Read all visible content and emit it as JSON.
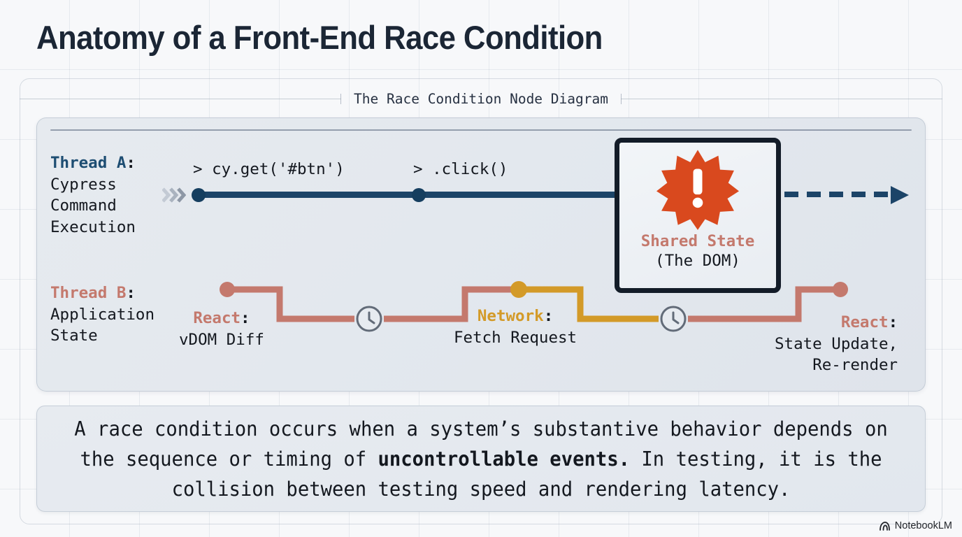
{
  "page": {
    "title": "Anatomy of a Front-End Race Condition",
    "background_color": "#f7f8fa",
    "title_color": "#1b2635"
  },
  "section": {
    "heading": "The Race Condition Node Diagram"
  },
  "colors": {
    "thread_a": "#1c4468",
    "thread_b": "#c4796d",
    "network": "#d39a28",
    "alert": "#d9491e",
    "box_border": "#131c28",
    "panel_bg": "#e3e8ee"
  },
  "diagram": {
    "thread_a": {
      "lead": "Thread A",
      "colon": ":",
      "body": "Cypress\nCommand\nExecution",
      "body_lines": [
        "Cypress",
        "Command",
        "Execution"
      ],
      "events": [
        {
          "label": "> cy.get('#btn')",
          "node": "filled-dot"
        },
        {
          "label": "> .click()",
          "node": "filled-dot"
        }
      ],
      "continuation": "dashed-arrow"
    },
    "thread_b": {
      "lead": "Thread B",
      "colon": ":",
      "body_lines": [
        "Application",
        "State"
      ],
      "events": [
        {
          "lead": "React",
          "colon": ":",
          "body_lines": [
            "vDOM Diff"
          ],
          "color": "#c4796d"
        },
        {
          "lead": "Network",
          "colon": ":",
          "body_lines": [
            "Fetch Request"
          ],
          "color": "#d39a28"
        },
        {
          "lead": "React",
          "colon": ":",
          "body_lines": [
            "State Update,",
            "Re-render"
          ],
          "color": "#c4796d"
        }
      ],
      "delays": [
        {
          "icon": "clock-icon"
        },
        {
          "icon": "clock-icon"
        }
      ]
    },
    "shared_state": {
      "icon": "alert-starburst-icon",
      "title": "Shared State",
      "subtitle": "(The DOM)"
    }
  },
  "quote": {
    "part1": "A race condition occurs when a system’s substantive behavior depends on the sequence or timing of ",
    "emphasis": "uncontrollable events.",
    "part2": " In testing, it is the collision between testing speed and rendering latency."
  },
  "watermark": {
    "label": "NotebookLM",
    "icon": "notebooklm-logo-icon"
  }
}
